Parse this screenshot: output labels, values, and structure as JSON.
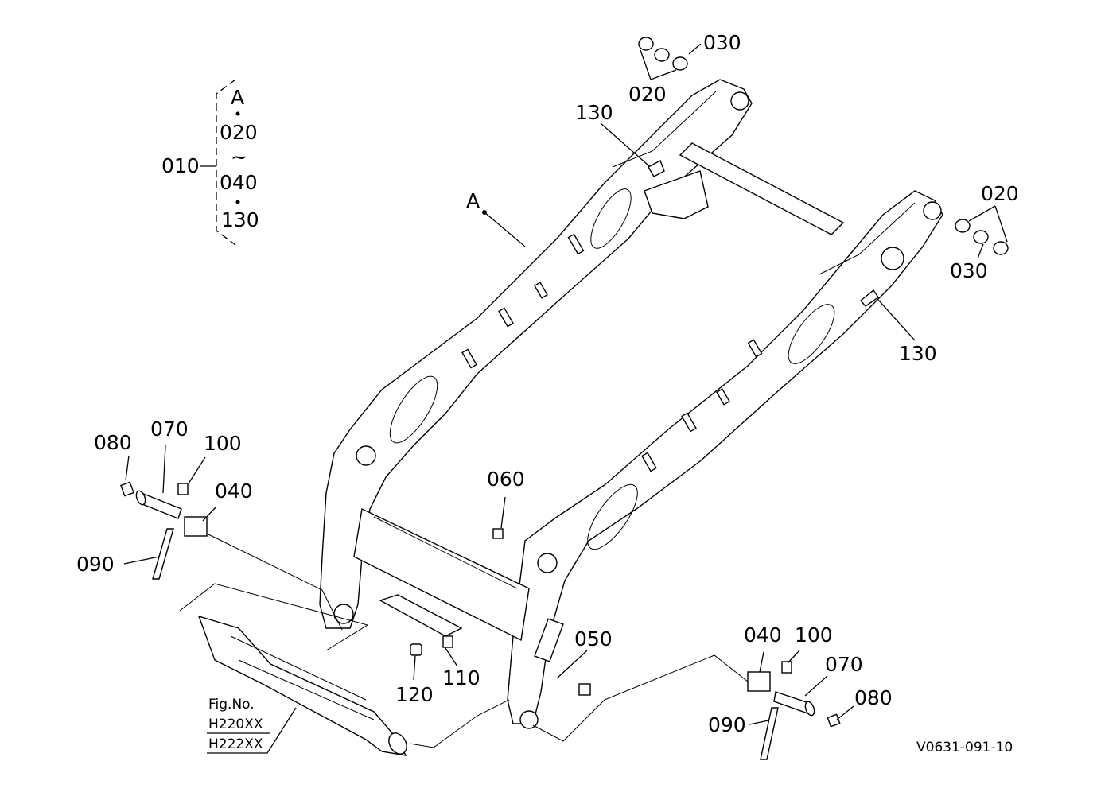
{
  "callouts": {
    "A": "A",
    "p010": "010",
    "range_start": "020",
    "range_tilde": "~",
    "range_end": "040",
    "range_last": "130",
    "p020_top": "020",
    "p030_top": "030",
    "p130_left": "130",
    "p020_right": "020",
    "p030_right": "030",
    "p130_right": "130",
    "p080_left": "080",
    "p070_left": "070",
    "p100_left": "100",
    "p040_left": "040",
    "p090_left": "090",
    "p060": "060",
    "p050": "050",
    "p110": "110",
    "p120": "120",
    "p040_right": "040",
    "p100_right": "100",
    "p070_right": "070",
    "p080_right": "080",
    "p090_right": "090"
  },
  "figure_ref": {
    "line1": "Fig.No.",
    "line2": "H220XX",
    "line3": "H222XX"
  },
  "drawing_code": "V0631-091-10"
}
